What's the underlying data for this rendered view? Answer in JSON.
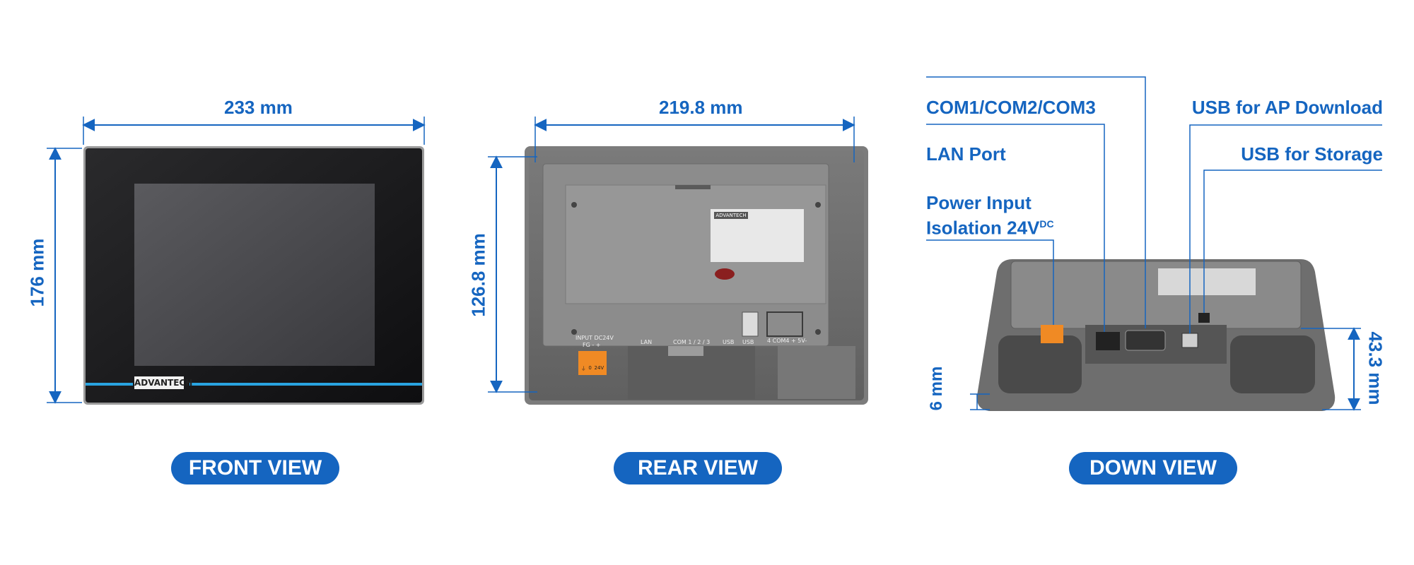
{
  "front": {
    "width": "233 mm",
    "height": "176 mm",
    "brand": "ADVANTECH",
    "view_label": "FRONT VIEW"
  },
  "rear": {
    "width": "219.8 mm",
    "height": "126.8 mm",
    "brand": "ADVANTECH",
    "ports": {
      "power": "INPUT DC24V",
      "power_pins": "FG - +",
      "lan": "LAN",
      "com": "COM 1 / 2 / 3",
      "usb1": "USB",
      "usb2": "USB",
      "com_pins": "4 COM4 + 5V-"
    },
    "terminal_pins": [
      "⏚",
      "0",
      "24V"
    ],
    "view_label": "REAR VIEW"
  },
  "down": {
    "labels": {
      "com": "COM1/COM2/COM3",
      "lan": "LAN Port",
      "power_line1": "Power Input",
      "power_line2": "Isolation 24V",
      "power_sup": "DC",
      "usb_ap": "USB for AP Download",
      "usb_storage": "USB for Storage"
    },
    "depth_small": "6 mm",
    "depth": "43.3 mm",
    "view_label": "DOWN VIEW"
  },
  "colors": {
    "accent": "#1565c0",
    "accent_line": "#29a3e0",
    "bezel": "#1b1b1d",
    "screen": "#4a4a4e",
    "housing": "#6f6f6f",
    "back_panel": "#8a8a8a",
    "terminal": "#f08a24"
  }
}
